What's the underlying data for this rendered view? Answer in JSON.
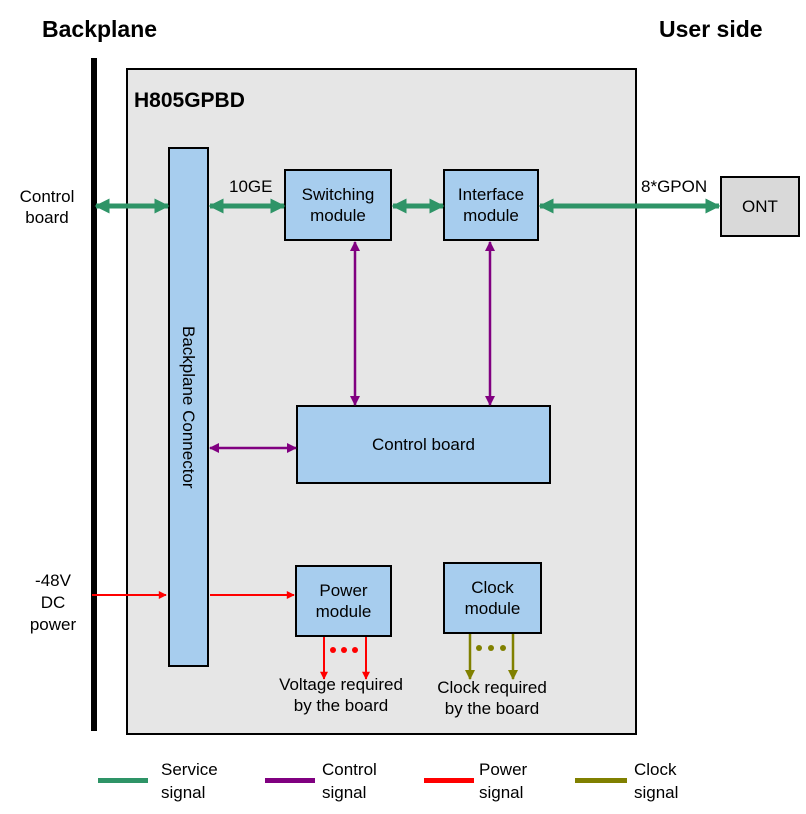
{
  "headings": {
    "left": "Backplane",
    "right": "User side"
  },
  "board": {
    "title": "H805GPBD"
  },
  "external_labels": {
    "control_board": [
      "Control",
      "board"
    ],
    "dc_power": [
      "-48V",
      "DC",
      "power"
    ]
  },
  "modules": {
    "backplane_connector": "Backplane Connector",
    "switching": [
      "Switching",
      "module"
    ],
    "interface": [
      "Interface",
      "module"
    ],
    "control_board": "Control board",
    "power": [
      "Power",
      "module"
    ],
    "clock": [
      "Clock",
      "module"
    ],
    "ont": "ONT"
  },
  "link_labels": {
    "ten_ge": "10GE",
    "gpon": "8*GPON"
  },
  "outputs": {
    "voltage": [
      "Voltage required",
      "by the board"
    ],
    "clock": [
      "Clock required",
      "by the board"
    ]
  },
  "colors": {
    "service": "#2e9467",
    "control": "#800080",
    "power": "#ff0000",
    "clock": "#808000"
  },
  "legend": [
    {
      "key": "service",
      "label": [
        "Service",
        "signal"
      ]
    },
    {
      "key": "control",
      "label": [
        "Control",
        "signal"
      ]
    },
    {
      "key": "power",
      "label": [
        "Power",
        "signal"
      ]
    },
    {
      "key": "clock",
      "label": [
        "Clock",
        "signal"
      ]
    }
  ]
}
